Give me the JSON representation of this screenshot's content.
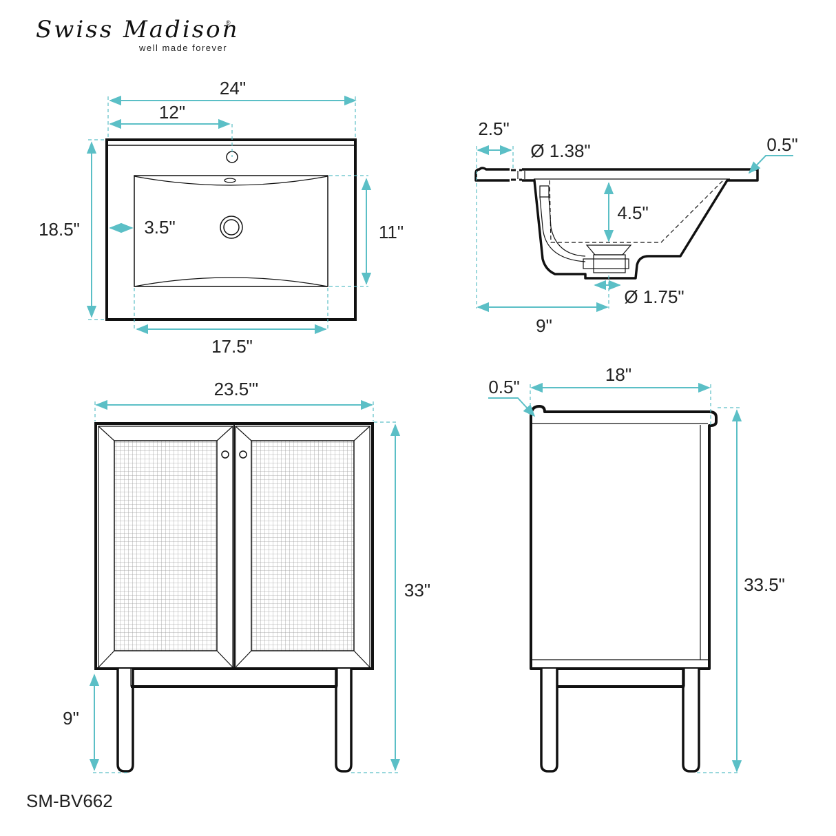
{
  "brand": {
    "name": "Swiss Madison",
    "tagline": "well made forever",
    "registered_mark": "®"
  },
  "model_number": "SM-BV662",
  "colors": {
    "dimension_line": "#5bbfc6",
    "outline": "#111111",
    "text": "#222222",
    "mesh": "#9a9a9a"
  },
  "views": {
    "top_view": {
      "overall_width": "24\"",
      "faucet_center": "12\"",
      "overall_depth": "18.5\"",
      "side_margin": "3.5\"",
      "basin_depth": "11\"",
      "basin_width": "17.5\""
    },
    "section_view": {
      "back_ledge": "2.5\"",
      "faucet_hole_diameter": "Ø 1.38\"",
      "rim_thickness": "0.5\"",
      "bowl_depth": "4.5\"",
      "drain_diameter": "Ø 1.75\"",
      "drain_offset": "9\""
    },
    "front_view": {
      "cabinet_width": "23.5\"'",
      "cabinet_height": "33\"",
      "leg_height": "9\""
    },
    "side_view": {
      "top_depth": "18\"",
      "backsplash": "0.5\"",
      "total_height": "33.5\""
    }
  }
}
